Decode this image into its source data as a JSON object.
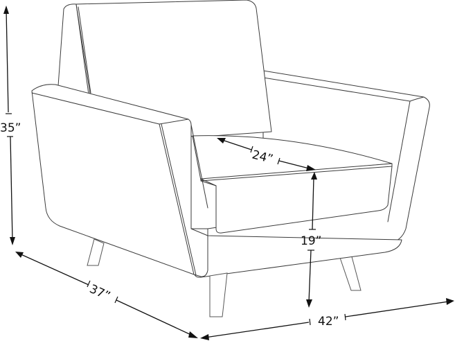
{
  "diagram": {
    "subject": "armchair",
    "style": "line-drawing",
    "colors": {
      "background": "#ffffff",
      "outline": "#3a3a3a",
      "dimension": "#111111"
    }
  },
  "dimensions": {
    "height": {
      "label": "35”",
      "axis": "overall height"
    },
    "seat_depth": {
      "label": "24”",
      "axis": "seat depth"
    },
    "seat_height": {
      "label": "19”",
      "axis": "seat height"
    },
    "depth": {
      "label": "37”",
      "axis": "overall depth"
    },
    "width": {
      "label": "42”",
      "axis": "overall width"
    }
  }
}
